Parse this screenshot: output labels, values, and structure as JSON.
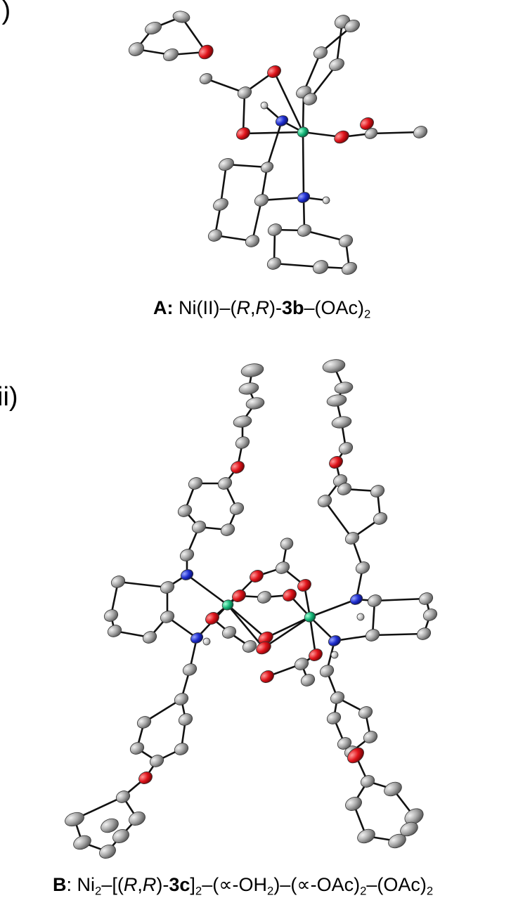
{
  "panels": {
    "i": {
      "label": "i)"
    },
    "ii": {
      "label": "ii)"
    }
  },
  "caption_a": {
    "prefix": "A:",
    "part1": " Ni(II)–(",
    "r1": "R",
    "comma": ",",
    "r2": "R",
    "part2": ")-",
    "compound": "3b",
    "part3": "–(OAc)",
    "sub": "2"
  },
  "caption_b": {
    "prefix": "B",
    "part1": ": Ni",
    "sub1": "2",
    "part2": "–[(",
    "r1": "R",
    "comma": ",",
    "r2": "R",
    "part3": ")-",
    "compound": "3c",
    "part4": "]",
    "sub2": "2",
    "part5": "–(∝-OH",
    "sub3": "2",
    "part6": ")–(∝-OAc)",
    "sub4": "2",
    "part7": "–(OAc)",
    "sub5": "2"
  },
  "atom_colors": {
    "carbon": "#9a9a9a",
    "oxygen": "#d8141a",
    "nitrogen": "#1f2fd0",
    "nickel": "#16b87a",
    "hydrogen": "#bdbdbd"
  }
}
